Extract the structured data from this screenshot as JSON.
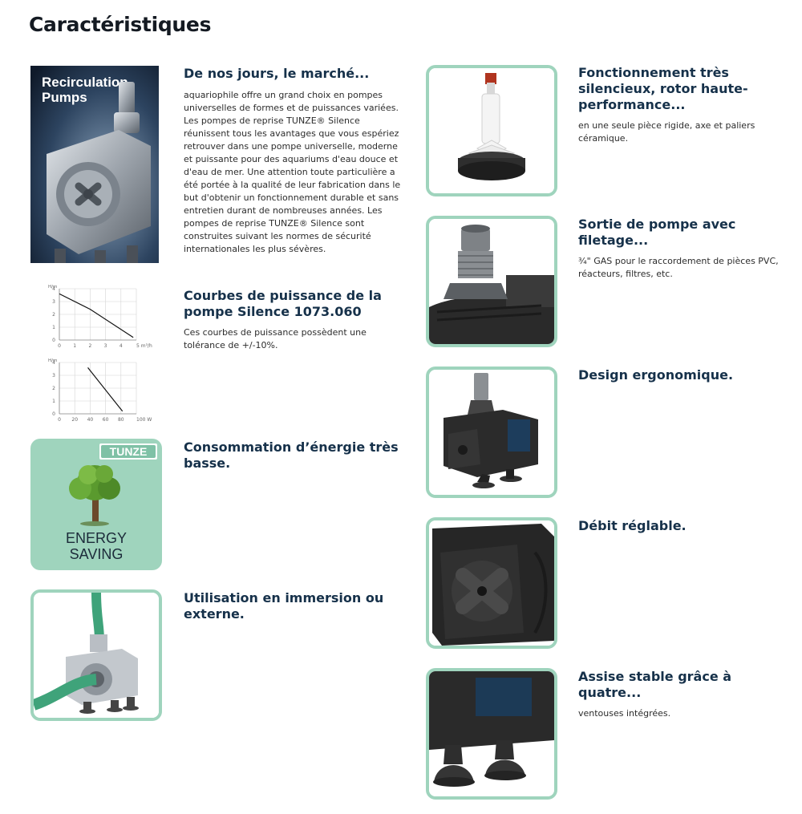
{
  "page": {
    "title": "Caractéristiques"
  },
  "left_features": [
    {
      "title": "De nos jours, le marché...",
      "body": "aquariophile offre un grand choix en pompes universelles de formes et de puissances variées. Les pompes de reprise TUNZE® Silence réunissent tous les avantages que vous espériez retrouver dans une pompe universelle, moderne et puissante pour des aquariums d'eau douce et d'eau de mer. Une attention toute particulière a été portée à la qualité de leur fabrication dans le but d'obtenir un fonctionnement durable et sans entretien durant de nombreuses années. Les pompes de reprise TUNZE® Silence sont construites suivant les normes de sécurité internationales les plus sévères.",
      "image_caption": "Recirculation Pumps",
      "image_caption_line1": "Recirculation",
      "image_caption_line2": "Pumps",
      "icon": "pump-box-image"
    },
    {
      "title": "Courbes de puissance de la pompe Silence 1073.060",
      "body": "Ces courbes de puissance possèdent une tolérance de +/-10%.",
      "icon": "performance-curves-image"
    },
    {
      "title": "Consommation d’énergie très basse.",
      "body": "",
      "image_brand": "TUNZE",
      "image_text_line1": "ENERGY",
      "image_text_line2": "SAVING",
      "icon": "energy-saving-tree-image"
    },
    {
      "title": "Utilisation en immersion ou externe.",
      "body": "",
      "icon": "pump-with-hose-image"
    }
  ],
  "right_features": [
    {
      "title": "Fonctionnement très silencieux, rotor haute-performance...",
      "body": "en une seule pièce rigide, axe et paliers céramique.",
      "icon": "rotor-image"
    },
    {
      "title": "Sortie de pompe avec filetage...",
      "body": "¾\" GAS pour le raccordement de pièces PVC, réacteurs, filtres, etc.",
      "icon": "threaded-outlet-image"
    },
    {
      "title": "Design ergonomique.",
      "body": "",
      "icon": "pump-design-image"
    },
    {
      "title": "Débit réglable.",
      "body": "",
      "icon": "flow-adjust-knob-image"
    },
    {
      "title": "Assise stable grâce à quatre...",
      "body": "ventouses intégrées.",
      "icon": "suction-cups-image"
    }
  ],
  "chart_data": [
    {
      "type": "line",
      "title": "",
      "ylabel": "H/m",
      "xlabel": "m³/h",
      "x_ticks": [
        "0",
        "1",
        "2",
        "3",
        "4",
        "5 m³/h"
      ],
      "y_ticks": [
        "0",
        "1",
        "2",
        "3",
        "4"
      ],
      "xlim": [
        0,
        5
      ],
      "ylim": [
        0,
        4
      ],
      "series": [
        {
          "x": [
            0,
            2,
            4.8
          ],
          "y": [
            3.6,
            2.4,
            0.2
          ]
        }
      ]
    },
    {
      "type": "line",
      "title": "",
      "ylabel": "H/m",
      "xlabel": "W",
      "x_ticks": [
        "0",
        "20",
        "40",
        "60",
        "80",
        "100 W"
      ],
      "y_ticks": [
        "0",
        "1",
        "2",
        "3",
        "4"
      ],
      "xlim": [
        0,
        100
      ],
      "ylim": [
        0,
        4
      ],
      "series": [
        {
          "x": [
            37,
            82
          ],
          "y": [
            3.6,
            0.2
          ]
        }
      ]
    }
  ],
  "colors": {
    "frame": "#9fd4bd",
    "heading": "#16314a",
    "energy_bg": "#9fd4bd",
    "body_text": "#2c2c2c"
  }
}
